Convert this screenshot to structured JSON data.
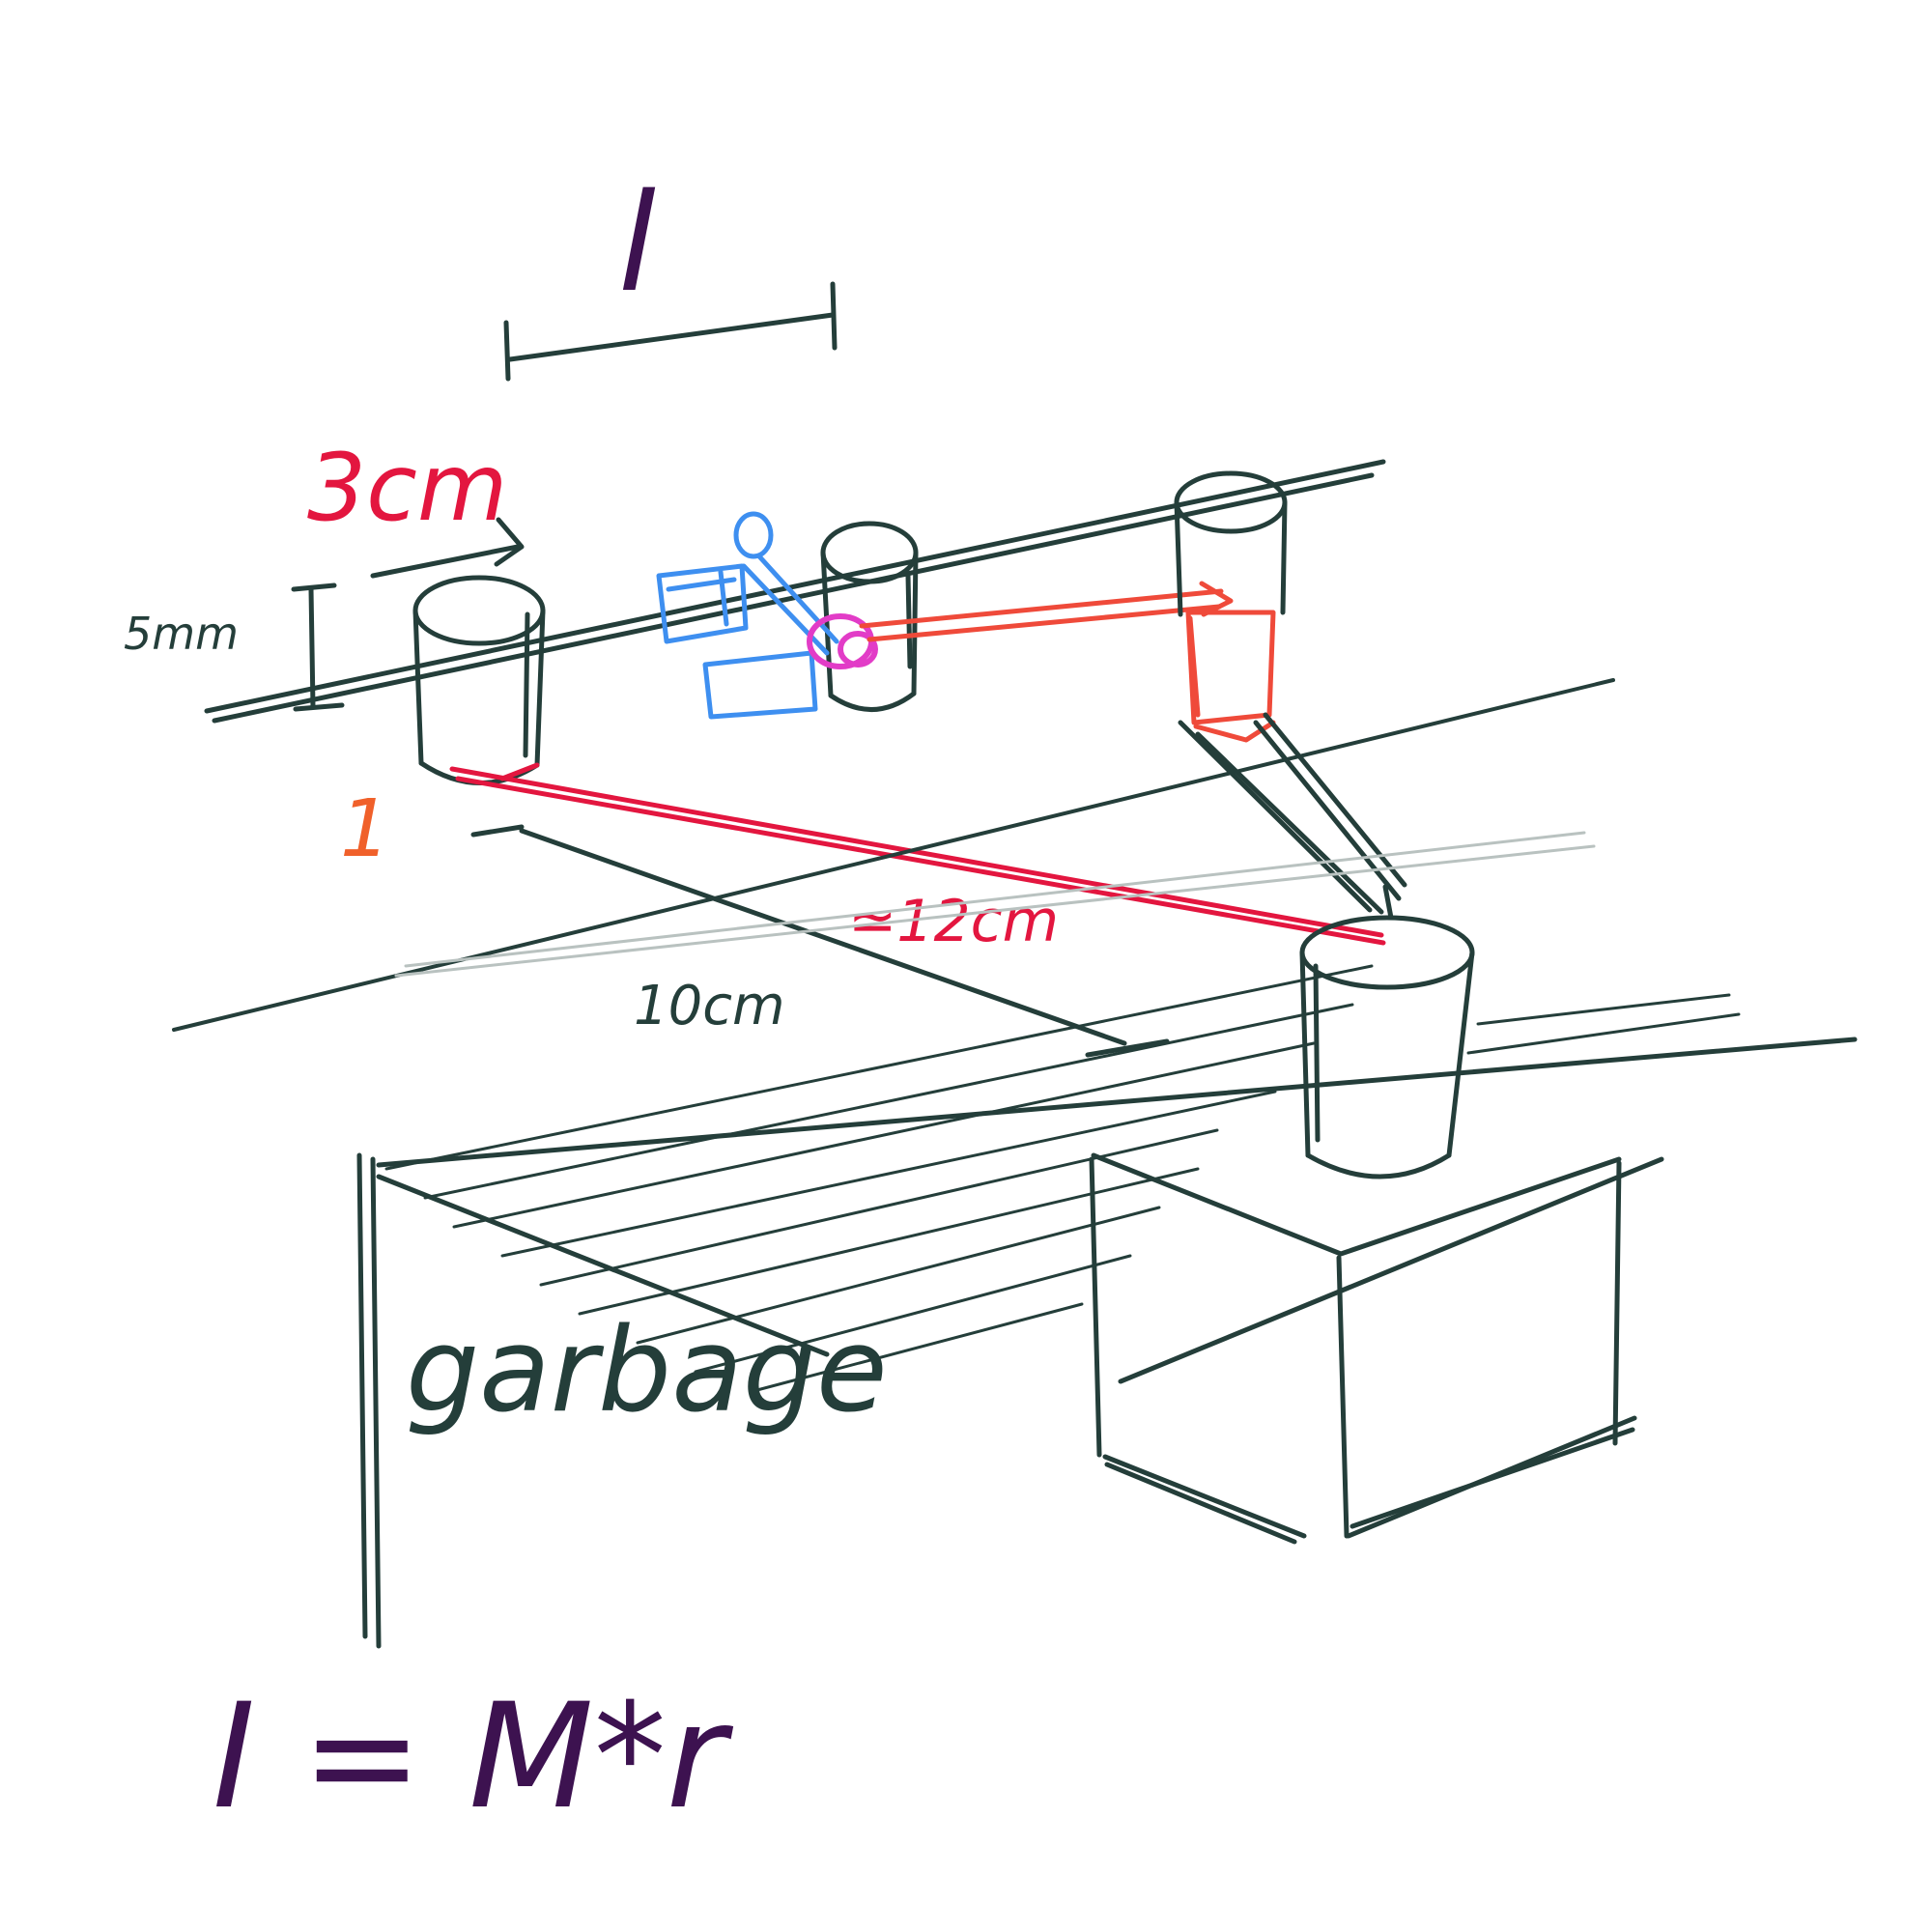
{
  "labels": {
    "length": "l",
    "width_3cm": "3cm",
    "height_mm": "5mm",
    "item_one": "1",
    "distance_12cm": "≃12cm",
    "distance_10cm": "10cm",
    "garbage": "garbage",
    "formula": "I = M*r"
  },
  "colors": {
    "ink": "#243e3a",
    "red": "#e3163f",
    "orange_red": "#ef4a3a",
    "orange": "#f0602a",
    "blue": "#3e8ff0",
    "magenta": "#e23cc7",
    "purple": "#3d1250",
    "shade": "#b9c2c0"
  }
}
